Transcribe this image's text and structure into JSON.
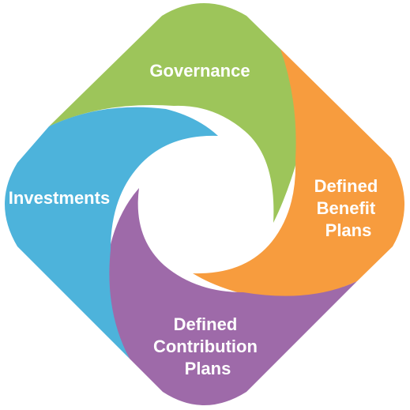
{
  "diagram": {
    "segments": [
      {
        "id": "governance",
        "lines": [
          "Governance"
        ],
        "color": "#9DC55A"
      },
      {
        "id": "defined-benefit-plans",
        "lines": [
          "Defined",
          "Benefit",
          "Plans"
        ],
        "color": "#F79C3E"
      },
      {
        "id": "defined-contribution-plans",
        "lines": [
          "Defined",
          "Contribution",
          "Plans"
        ],
        "color": "#9E6AA9"
      },
      {
        "id": "investments",
        "lines": [
          "Investments"
        ],
        "color": "#4DB3DB"
      }
    ]
  }
}
